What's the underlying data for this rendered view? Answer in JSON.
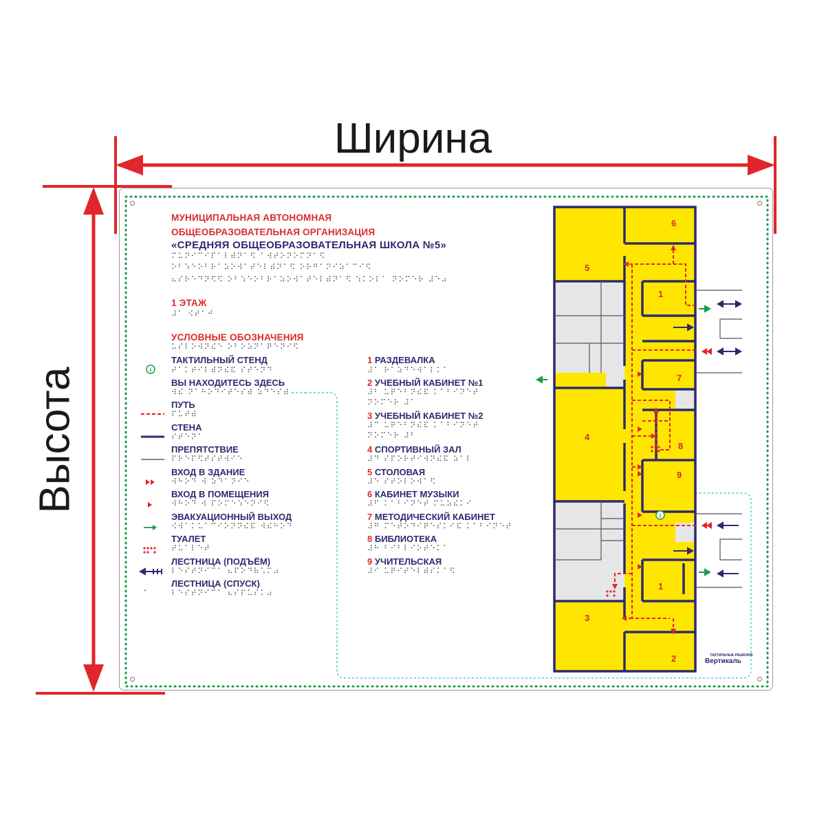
{
  "dimensions": {
    "width_label": "Ширина",
    "height_label": "Высота"
  },
  "header": {
    "org_line1": "МУНИЦИПАЛЬНАЯ АВТОНОМНАЯ",
    "org_line2": "ОБЩЕОБРАЗОВАТЕЛЬНАЯ ОРГАНИЗАЦИЯ",
    "school_name": "«СРЕДНЯЯ ОБЩЕОБРАЗОВАТЕЛЬНАЯ ШКОЛА №5»",
    "braille_line1": "⠍⠥⠝⠊⠉⠊⠏⠁⠇⠾⠝⠁⠫ ⠁⠺⠞⠕⠝⠕⠍⠝⠁⠫",
    "braille_line2": "⠕⠃⠱⠑⠕⠃⠗⠁⠵⠕⠺⠁⠞⠑⠇⠾⠝⠁⠫ ⠕⠗⠛⠁⠝⠊⠵⠁⠉⠊⠫",
    "braille_line3": "⠦⠎⠗⠑⠙⠝⠫⠫ ⠕⠃⠱⠑⠕⠃⠗⠁⠵⠕⠺⠁⠞⠑⠇⠾⠝⠁⠫ ⠱⠅⠕⠇⠁ ⠝⠕⠍⠑⠗ ⠼⠑⠴"
  },
  "floor": {
    "label": "1 ЭТАЖ",
    "braille": "⠼⠁ ⠪⠞⠁⠚"
  },
  "legend": {
    "title": "УСЛОВНЫЕ ОБОЗНАЧЕНИЯ",
    "title_braille": "⠥⠎⠇⠕⠺⠝⠮⠑ ⠕⠃⠕⠵⠝⠁⠟⠑⠝⠊⠫",
    "items": [
      {
        "label": "ТАКТИЛЬНЫЙ СТЕНД",
        "braille": "⠞⠁⠅⠞⠊⠇⠾⠝⠮⠯ ⠎⠞⠑⠝⠙",
        "icon": "info-icon"
      },
      {
        "label": "ВЫ НАХОДИТЕСЬ ЗДЕСЬ",
        "braille": "⠺⠮ ⠝⠁⠓⠕⠙⠊⠞⠑⠎⠾ ⠵⠙⠑⠎⠾",
        "icon": "you-are-here-icon"
      },
      {
        "label": "ПУТЬ",
        "braille": "⠏⠥⠞⠾",
        "icon": "path-line-icon"
      },
      {
        "label": "СТЕНА",
        "braille": "⠎⠞⠑⠝⠁",
        "icon": "wall-line-icon"
      },
      {
        "label": "ПРЕПЯТСТВИЕ",
        "braille": "⠏⠗⠑⠏⠫⠞⠎⠞⠺⠊⠑",
        "icon": "obstacle-line-icon"
      },
      {
        "label": "ВХОД В ЗДАНИЕ",
        "braille": "⠺⠓⠕⠙ ⠺ ⠵⠙⠁⠝⠊⠑",
        "icon": "building-entrance-icon"
      },
      {
        "label": "ВХОД В ПОМЕЩЕНИЯ",
        "braille": "⠺⠓⠕⠙ ⠺ ⠏⠕⠍⠑⠱⠑⠝⠊⠫",
        "icon": "room-entrance-icon"
      },
      {
        "label": "ЭВАКУАЦИОННЫЙ ВЫХОД",
        "braille": "⠪⠺⠁⠅⠥⠁⠉⠊⠕⠝⠝⠮⠯ ⠺⠮⠓⠕⠙",
        "icon": "evacuation-exit-icon"
      },
      {
        "label": "ТУАЛЕТ",
        "braille": "⠞⠥⠁⠇⠑⠞",
        "icon": "toilet-icon"
      },
      {
        "label": "ЛЕСТНИЦА (ПОДЪЁМ)",
        "braille": "⠇⠑⠎⠞⠝⠊⠉⠁ ⠦⠏⠕⠙⠷⠡⠍⠴",
        "icon": "stairs-up-icon"
      },
      {
        "label": "ЛЕСТНИЦА (СПУСК)",
        "braille": "⠇⠑⠎⠞⠝⠊⠉⠁ ⠦⠎⠏⠥⠎⠅⠴",
        "icon": "stairs-down-icon"
      }
    ]
  },
  "rooms": {
    "items": [
      {
        "num": "1",
        "name": "РАЗДЕВАЛКА",
        "braille": "⠼⠁ ⠗⠁⠵⠙⠑⠺⠁⠇⠅⠁"
      },
      {
        "num": "2",
        "name": "УЧЕБНЫЙ КАБИНЕТ №1",
        "braille": "⠼⠃ ⠥⠟⠑⠃⠝⠮⠯ ⠅⠁⠃⠊⠝⠑⠞",
        "braille2": "⠝⠕⠍⠑⠗ ⠼⠁"
      },
      {
        "num": "3",
        "name": "УЧЕБНЫЙ КАБИНЕТ №2",
        "braille": "⠼⠉ ⠥⠟⠑⠃⠝⠮⠯ ⠅⠁⠃⠊⠝⠑⠞",
        "braille2": "⠝⠕⠍⠑⠗ ⠼⠃"
      },
      {
        "num": "4",
        "name": "СПОРТИВНЫЙ ЗАЛ",
        "braille": "⠼⠙ ⠎⠏⠕⠗⠞⠊⠺⠝⠮⠯ ⠵⠁⠇"
      },
      {
        "num": "5",
        "name": "СТОЛОВАЯ",
        "braille": "⠼⠑ ⠎⠞⠕⠇⠕⠺⠁⠫"
      },
      {
        "num": "6",
        "name": "КАБИНЕТ МУЗЫКИ",
        "braille": "⠼⠋ ⠅⠁⠃⠊⠝⠑⠞ ⠍⠥⠵⠮⠅⠊"
      },
      {
        "num": "7",
        "name": "МЕТОДИЧЕСКИЙ КАБИНЕТ",
        "braille": "⠼⠛ ⠍⠑⠞⠕⠙⠊⠟⠑⠎⠅⠊⠯ ⠅⠁⠃⠊⠝⠑⠞"
      },
      {
        "num": "8",
        "name": "БИБЛИОТЕКА",
        "braille": "⠼⠓ ⠃⠊⠃⠇⠊⠕⠞⠑⠅⠁"
      },
      {
        "num": "9",
        "name": "УЧИТЕЛЬСКАЯ",
        "braille": "⠼⠊ ⠥⠟⠊⠞⠑⠇⠾⠎⠅⠁⠫"
      }
    ]
  },
  "plan": {
    "room_labels": [
      "6",
      "5",
      "1",
      "7",
      "4",
      "8",
      "9",
      "1",
      "3",
      "2"
    ],
    "brand": "Вертикаль",
    "brand_small": "ТАКТИЛЬНЫЕ РЕШЕНИЯ"
  },
  "colors": {
    "accent_red": "#d92b2b",
    "navy": "#2e2a6e",
    "plan_yellow": "#ffe600",
    "plan_grey": "#e6e6e6",
    "green": "#1c9b4b"
  }
}
